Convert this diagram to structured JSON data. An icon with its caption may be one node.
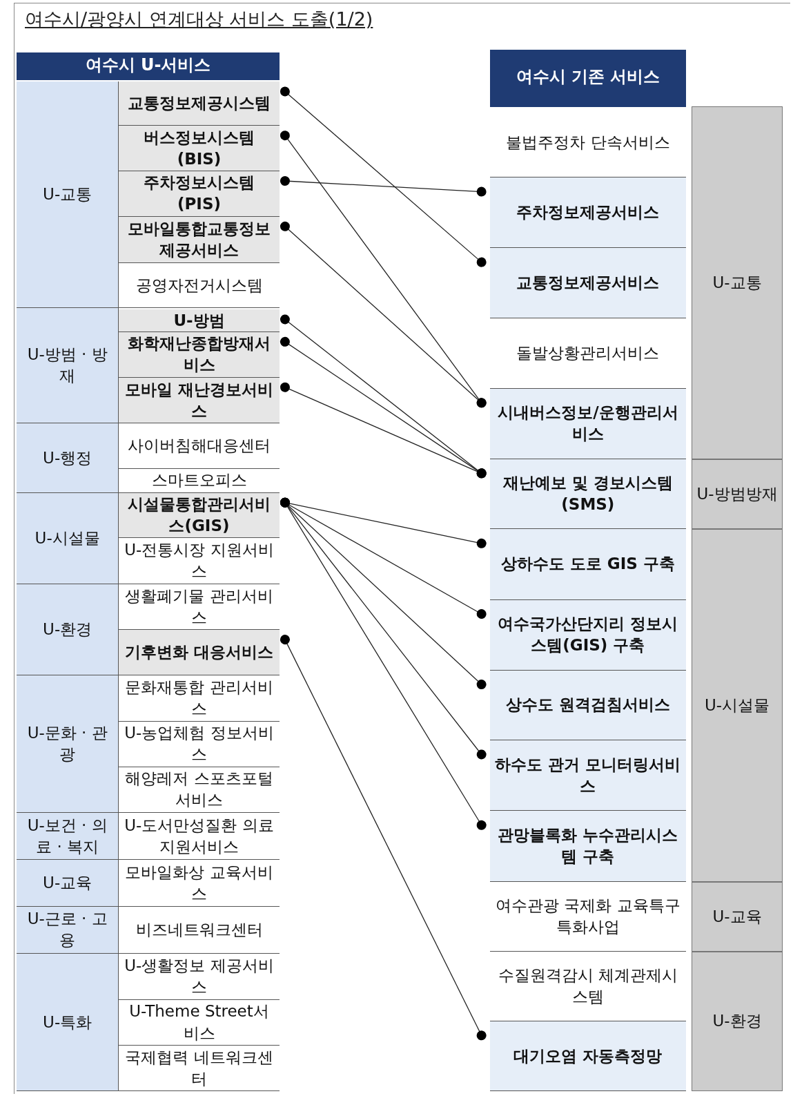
{
  "diagram": {
    "title": "여수시/광양시 연계대상 서비스 도출(1/2)",
    "nodes": [
      {
        "text": [
          "여수시 U-서비스"
        ]
      },
      {
        "text": [
          "U-교통"
        ]
      },
      {
        "text": [
          "교통정보제공시스템"
        ]
      },
      {
        "text": [
          "버스정보시스템 (BIS)"
        ]
      },
      {
        "text": [
          "주차정보시스템 (PIS)"
        ]
      },
      {
        "text": [
          "모바일통합교통정보제공서비스"
        ]
      },
      {
        "text": [
          "공영자전거시스템"
        ]
      },
      {
        "text": [
          "U-방범 · 방재"
        ]
      },
      {
        "text": [
          "U-방범"
        ]
      },
      {
        "text": [
          "화학재난종합방재서비스"
        ]
      },
      {
        "text": [
          "모바일 재난경보서비스"
        ]
      },
      {
        "text": [
          "U-행정"
        ]
      },
      {
        "text": [
          "사이버침해대응센터"
        ]
      },
      {
        "text": [
          "스마트오피스"
        ]
      },
      {
        "text": [
          "U-시설물"
        ]
      },
      {
        "text": [
          "시설물통합관리서비스(GIS)"
        ]
      },
      {
        "text": [
          "U-전통시장 지원서비스"
        ]
      },
      {
        "text": [
          "U-환경"
        ]
      },
      {
        "text": [
          "생활폐기물 관리서비스"
        ]
      },
      {
        "text": [
          "기후변화 대응서비스"
        ]
      },
      {
        "text": [
          "U-문화 · 관광"
        ]
      },
      {
        "text": [
          "문화재통합 관리서비스"
        ]
      },
      {
        "text": [
          "U-농업체험 정보서비스"
        ]
      },
      {
        "text": [
          "해양레저 스포츠포털서비스"
        ]
      },
      {
        "text": [
          "U-보건 · 의료 · 복지"
        ]
      },
      {
        "text": [
          "U-도서만성질환 의료지원서비스"
        ]
      },
      {
        "text": [
          "U-교육"
        ]
      },
      {
        "text": [
          "모바일화상 교육서비스"
        ]
      },
      {
        "text": [
          "U-근로 · 고용"
        ]
      },
      {
        "text": [
          "비즈네트워크센터"
        ]
      },
      {
        "text": [
          "U-특화"
        ]
      },
      {
        "text": [
          "U-생활정보 제공서비스"
        ]
      },
      {
        "text": [
          "U-Theme Street서비스"
        ]
      },
      {
        "text": [
          "국제협력 네트워크센터"
        ]
      },
      {
        "text": [
          "여수시 기존 서비스"
        ]
      },
      {
        "text": [
          "불법주정차 단속서비스"
        ]
      },
      {
        "text": [
          "주차정보제공서비스"
        ]
      },
      {
        "text": [
          "교통정보제공서비스"
        ]
      },
      {
        "text": [
          "돌발상황관리서비스"
        ]
      },
      {
        "text": [
          "시내버스정보/운행관리서비스"
        ]
      },
      {
        "text": [
          "재난예보 및 경보시스템(SMS)"
        ]
      },
      {
        "text": [
          "상하수도 도로 GIS 구축"
        ]
      },
      {
        "text": [
          "여수국가산단지리 정보시스템(GIS) 구축"
        ]
      },
      {
        "text": [
          "상수도 원격검침서비스"
        ]
      },
      {
        "text": [
          "하수도 관거 모니터링서비스"
        ]
      },
      {
        "text": [
          "관망블록화 누수관리시스템 구축"
        ]
      },
      {
        "text": [
          "여수관광 국제화 교육특구 특화사업"
        ]
      },
      {
        "text": [
          "수질원격감시 체계관제시스템"
        ]
      },
      {
        "text": [
          "대기오염 자동측정망"
        ]
      },
      {
        "text": [
          "U-교통"
        ]
      },
      {
        "text": [
          "U-방범방재"
        ]
      },
      {
        "text": [
          "U-시설물"
        ]
      },
      {
        "text": [
          "U-교육"
        ]
      },
      {
        "text": [
          "U-환경"
        ]
      }
    ],
    "edges": [
      {
        "from": 2,
        "to": 37,
        "arrow": "other"
      },
      {
        "from": 3,
        "to": 39,
        "arrow": "other"
      },
      {
        "from": 4,
        "to": 36,
        "arrow": "other"
      },
      {
        "from": 5,
        "to": 39,
        "arrow": "other"
      },
      {
        "from": 8,
        "to": 40,
        "arrow": "other"
      },
      {
        "from": 9,
        "to": 40,
        "arrow": "other"
      },
      {
        "from": 10,
        "to": 40,
        "arrow": "other"
      },
      {
        "from": 15,
        "to": 41,
        "arrow": "other"
      },
      {
        "from": 15,
        "to": 42,
        "arrow": "other"
      },
      {
        "from": 15,
        "to": 43,
        "arrow": "other"
      },
      {
        "from": 15,
        "to": 44,
        "arrow": "other"
      },
      {
        "from": 15,
        "to": 45,
        "arrow": "other"
      },
      {
        "from": 19,
        "to": 48,
        "arrow": "other"
      }
    ]
  }
}
